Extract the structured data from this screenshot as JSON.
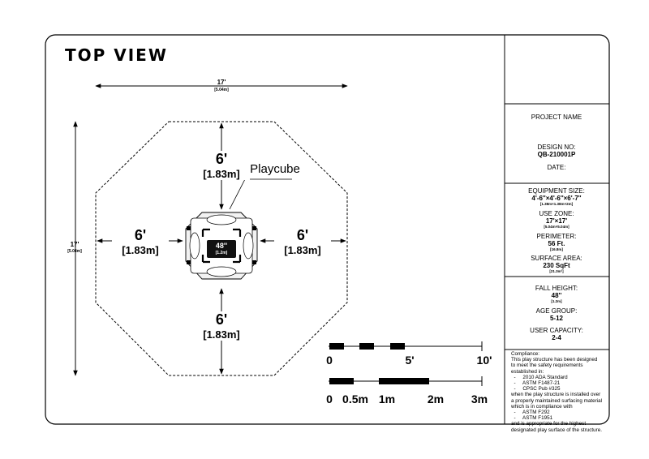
{
  "title": "TOP VIEW",
  "overall": {
    "width_ft": "17'",
    "width_m": "[5.04m]",
    "depth_ft": "17'",
    "depth_m": "[5.04m]"
  },
  "clearances": {
    "top": {
      "ft": "6'",
      "m": "[1.83m]"
    },
    "left": {
      "ft": "6'",
      "m": "[1.83m]"
    },
    "right": {
      "ft": "6'",
      "m": "[1.83m]"
    },
    "bottom": {
      "ft": "6'",
      "m": "[1.83m]"
    }
  },
  "equipment": {
    "label": "Playcube",
    "height_ft": "48''",
    "height_m": "[1.2m]"
  },
  "scale_bars": {
    "imperial": [
      "0",
      "5'",
      "10'"
    ],
    "metric": [
      "0",
      "0.5m",
      "1m",
      "2m",
      "3m"
    ]
  },
  "panel": {
    "project_name": "PROJECT NAME",
    "design_no_label": "DESIGN NO:",
    "design_no": "QB-210001P",
    "date_label": "DATE:",
    "equipment_size_label": "EQUIPMENT SIZE:",
    "equipment_size": "4'-6''×4'-6''×6'-7''",
    "equipment_size_m": "[1.38m×1.38m×2m]",
    "use_zone_label": "USE ZONE:",
    "use_zone": "17'×17'",
    "use_zone_m": "[5.04m×5.04m]",
    "perimeter_label": "PERIMETER:",
    "perimeter": "56 Ft.",
    "perimeter_m": "[16.8m]",
    "surface_area_label": "SURFACE AREA:",
    "surface_area": "230 SqFt",
    "surface_area_m": "[21.3m²]",
    "fall_height_label": "FALL HEIGHT:",
    "fall_height": "48''",
    "fall_height_m": "[1.2m]",
    "age_group_label": "AGE GROUP:",
    "age_group": "5-12",
    "user_capacity_label": "USER CAPACITY:",
    "user_capacity": "2-4"
  },
  "compliance": {
    "lines": [
      "Compliance:",
      "This play structure has been designed",
      "to meet the safety requirements",
      "established in:",
      "  -     2010 ADA Standard",
      "  -     ASTM F1487-21",
      "  -     CPSC Pub #325",
      "when the play structure is installed over",
      "a properly maintained surfacing material",
      "which is in compliance with",
      "  -     ASTM F292",
      "  -     ASTM F1951",
      "and is appropriate for the highest",
      "designated play surface of the structure."
    ]
  }
}
